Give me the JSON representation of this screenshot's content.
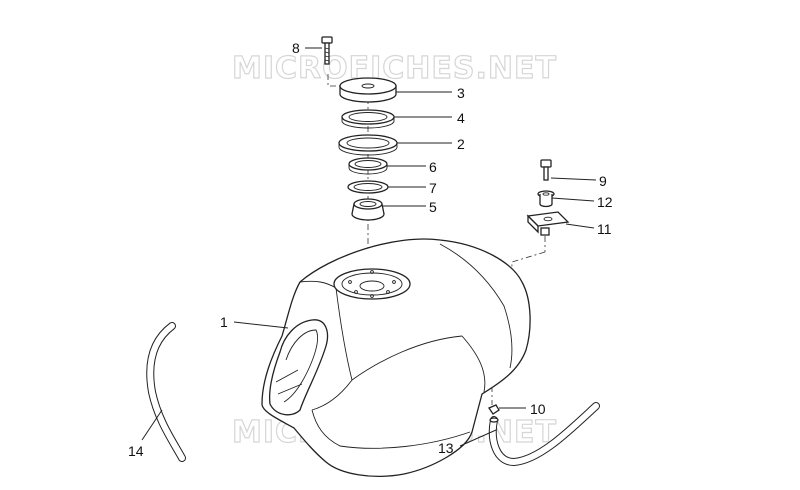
{
  "watermark": "MICROFICHES.NET",
  "callouts": [
    {
      "id": "1",
      "label": "1"
    },
    {
      "id": "2",
      "label": "2"
    },
    {
      "id": "3",
      "label": "3"
    },
    {
      "id": "4",
      "label": "4"
    },
    {
      "id": "5",
      "label": "5"
    },
    {
      "id": "6",
      "label": "6"
    },
    {
      "id": "7",
      "label": "7"
    },
    {
      "id": "8",
      "label": "8"
    },
    {
      "id": "9",
      "label": "9"
    },
    {
      "id": "10",
      "label": "10"
    },
    {
      "id": "11",
      "label": "11"
    },
    {
      "id": "12",
      "label": "12"
    },
    {
      "id": "13",
      "label": "13"
    },
    {
      "id": "14",
      "label": "14"
    }
  ]
}
